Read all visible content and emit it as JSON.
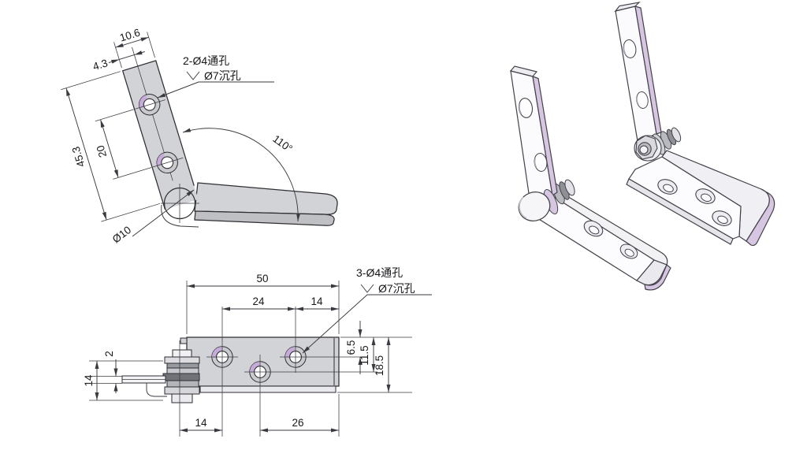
{
  "title": "hinge-engineering-drawing",
  "colors": {
    "background": "#ffffff",
    "line": "#3a3a40",
    "part_fill": "#d2d3d6",
    "part_fill_dark": "#bfc0c4",
    "counterbore_ring": "#c9cace",
    "accent_lavender": "#d6c6e2",
    "iso_face": "#fbfbfd"
  },
  "side_view": {
    "width_dim": "10.6",
    "edge_offset_dim": "4.3",
    "length_dim": "45.3",
    "hole_spacing_dim": "20",
    "open_angle_dim": "110°",
    "pivot_diameter_dim": "Ø10",
    "note_line1": "2-Ø4通孔",
    "note_line2": "Ø7沉孔"
  },
  "plan_view": {
    "overall_length_dim": "50",
    "hole_spacing_dim": "24",
    "hole_to_end_dim": "14",
    "edge_to_hole_row_dim": "6.5",
    "edge_to_mid_hole_dim": "11.5",
    "plate_width_dim": "18.5",
    "leaf_thickness_dim": "2",
    "knuckle_height_dim": "14",
    "pivot_to_hole_dim": "14",
    "mid_hole_to_end_dim": "26",
    "note_line1": "3-Ø4通孔",
    "note_line2": "Ø7沉孔"
  }
}
